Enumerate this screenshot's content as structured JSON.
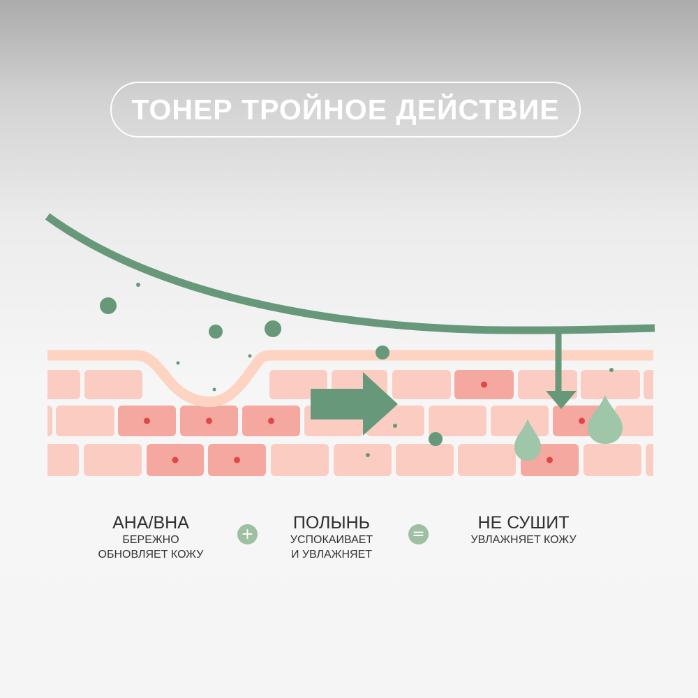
{
  "title": "ТОНЕР ТРОЙНОЕ ДЕЙСТВИЕ",
  "colors": {
    "accent_green": "#679879",
    "light_green": "#9fbfa2",
    "skin_peach": "#fdcfbd",
    "skin_brick": "#fbcdc2",
    "skin_brick_dark": "#f4a89f",
    "cell_dot": "#e04747"
  },
  "benefits": [
    {
      "title": "AHA/BHA",
      "desc": "БЕРЕЖНО\nОБНОВЛЯЕТ КОЖУ"
    },
    {
      "title": "ПОЛЫНЬ",
      "desc": "УСПОКАИВАЕТ\nИ УВЛАЖНЯЕТ"
    },
    {
      "title": "НЕ СУШИТ",
      "desc": "УВЛАЖНЯЕТ КОЖУ"
    }
  ],
  "operators": {
    "plus": "+",
    "equals": "="
  },
  "icons": [
    "toner-curve",
    "skin-layer",
    "push-arrow-icon",
    "down-arrow-icon",
    "water-drop-icon",
    "particle-dot"
  ]
}
